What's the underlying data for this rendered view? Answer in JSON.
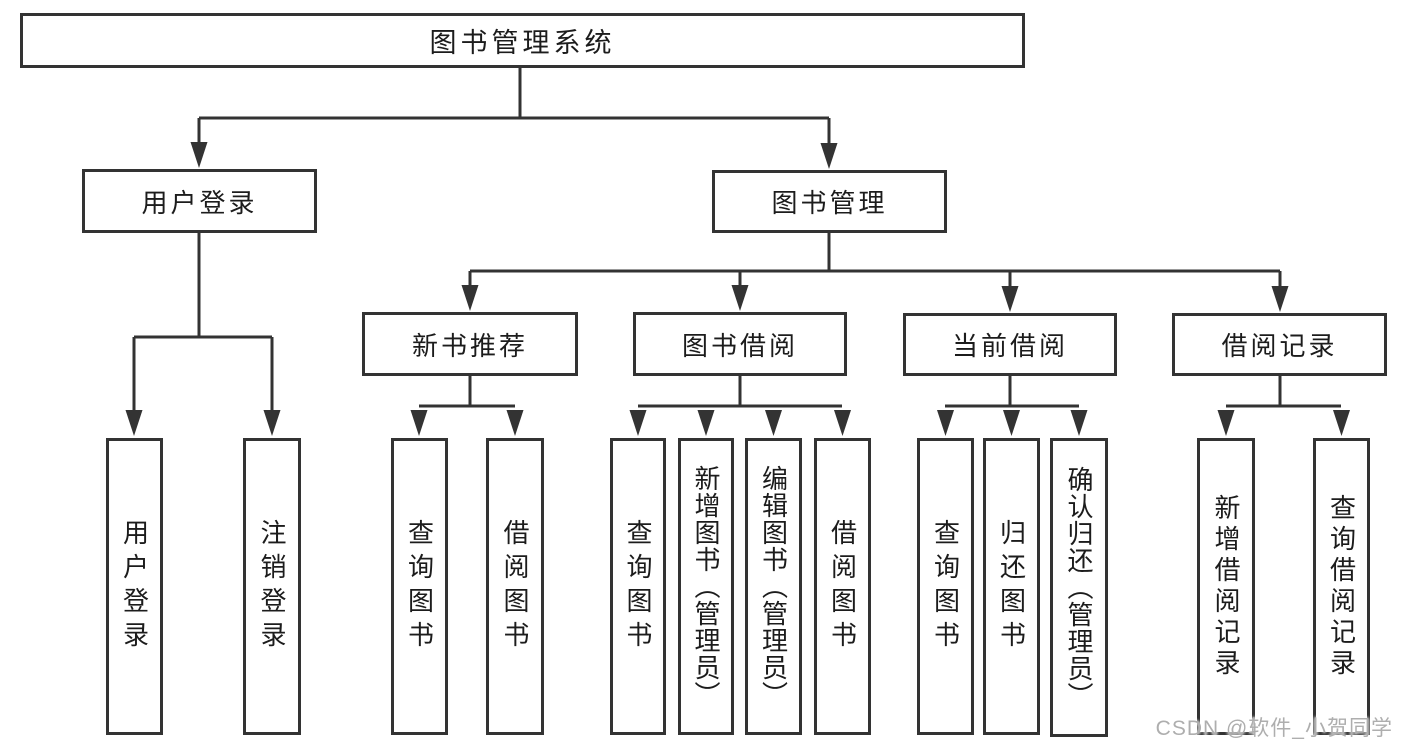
{
  "tree": {
    "root": {
      "label": "图书管理系统"
    },
    "branches": [
      {
        "label": "用户登录",
        "children": [
          {
            "label": "用户登录"
          },
          {
            "label": "注销登录"
          }
        ]
      },
      {
        "label": "图书管理",
        "groups": [
          {
            "label": "新书推荐",
            "children": [
              {
                "label": "查询图书"
              },
              {
                "label": "借阅图书"
              }
            ]
          },
          {
            "label": "图书借阅",
            "children": [
              {
                "label": "查询图书"
              },
              {
                "label": "新增图书（管理员）"
              },
              {
                "label": "编辑图书（管理员）"
              },
              {
                "label": "借阅图书"
              }
            ]
          },
          {
            "label": "当前借阅",
            "children": [
              {
                "label": "查询图书"
              },
              {
                "label": "归还图书"
              },
              {
                "label": "确认归还（管理员）"
              }
            ]
          },
          {
            "label": "借阅记录",
            "children": [
              {
                "label": "新增借阅记录"
              },
              {
                "label": "查询借阅记录"
              }
            ]
          }
        ]
      }
    ]
  },
  "watermark": "CSDN @软件_小贺同学",
  "colors": {
    "line": "#333333",
    "text": "#1c1c1c",
    "watermark": "#aeaeae",
    "background": "#ffffff"
  }
}
